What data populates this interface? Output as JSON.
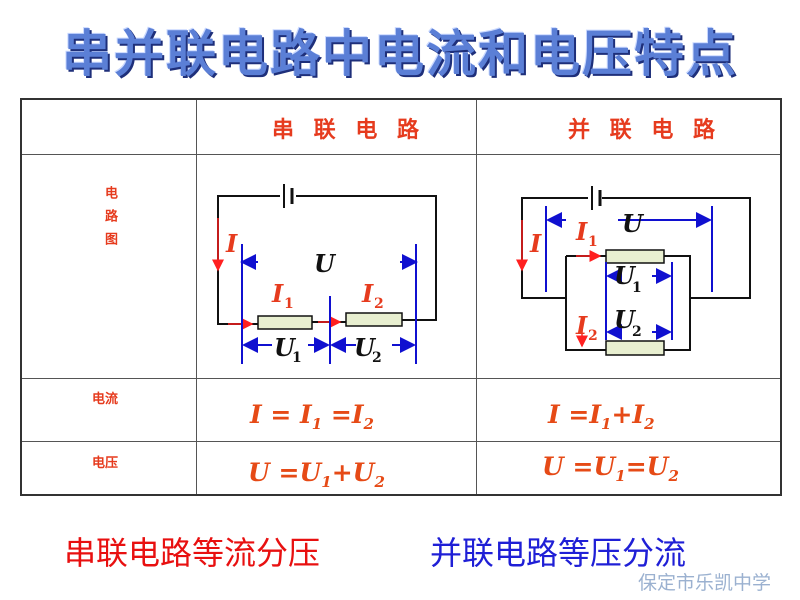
{
  "title": "串并联电路中电流和电压特点",
  "table": {
    "col_series": "串 联 电 路",
    "col_parallel": "并 联 电 路",
    "row_diagram": "电路图",
    "row_current": "电流",
    "row_voltage": "电压"
  },
  "diagram": {
    "I": "I",
    "U": "U",
    "I1": "I",
    "I2": "I",
    "U1": "U",
    "U2": "U",
    "sub1": "1",
    "sub2": "2"
  },
  "formulas": {
    "series_current": {
      "a": "I = I",
      "s1": "1",
      "b": " =I",
      "s2": "2"
    },
    "parallel_current": {
      "a": "I =I",
      "s1": "1",
      "b": "+I",
      "s2": "2"
    },
    "series_voltage": {
      "a": "U =U",
      "s1": "1",
      "b": "+U",
      "s2": "2"
    },
    "parallel_voltage": {
      "a": "U =U",
      "s1": "1",
      "b": "=U",
      "s2": "2"
    }
  },
  "summary": {
    "series": "串联电路等流分压",
    "parallel": "并联电路等压分流"
  },
  "watermark": "保定市乐凯中学",
  "colors": {
    "wire": "#111111",
    "arrow": "#ff2020",
    "measure": "#1010d0",
    "resistor": "#e8efd0",
    "label": "#e63b1e",
    "dark_label": "#111111"
  }
}
